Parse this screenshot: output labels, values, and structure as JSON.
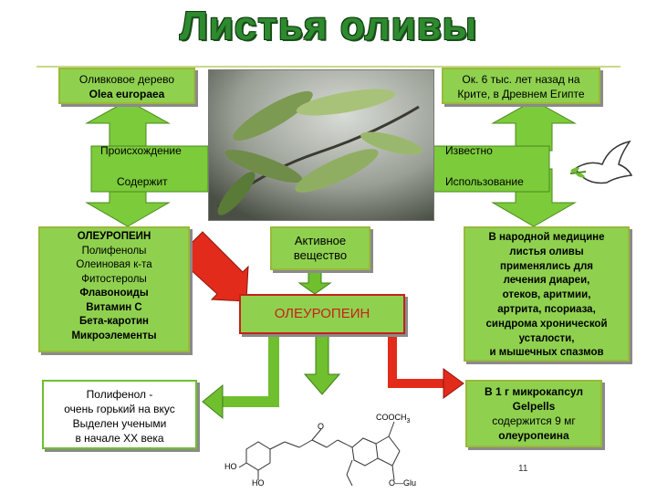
{
  "title": "Листья оливы",
  "origin": {
    "line1": "Оливковое дерево",
    "line2": "Olea europaea",
    "label": "Происхождение"
  },
  "known": {
    "line1": "Ок. 6 тыс. лет назад на",
    "line2": "Крите, в Древнем Египте",
    "label": "Известно"
  },
  "contains": {
    "label": "Содержит",
    "items": [
      "ОЛЕУРОПЕИН",
      "Полифенолы",
      "Олеиновая к-та",
      "Фитостеролы",
      "Флавоноиды",
      "Витамин С",
      "Бета-каротин",
      "Микроэлементы"
    ]
  },
  "usage": {
    "label": "Использование",
    "lines": [
      "В народной медицине",
      "листья оливы",
      "применялись для",
      "лечения диареи,",
      "отеков, аритмии,",
      "артрита, псориаза,",
      "синдрома хронической",
      "усталости,",
      "и мышечных спазмов"
    ]
  },
  "active": {
    "line1": "Активное",
    "line2": "вещество"
  },
  "center": {
    "name": "ОЛЕУРОПЕИН"
  },
  "polyphenol": {
    "lines": [
      "Полифенол -",
      "очень горький на вкус",
      "Выделен учеными",
      "в начале XX века"
    ]
  },
  "capsule": {
    "lines": [
      "В 1 г микрокапсул",
      "Gelpells",
      "содержится 9 мг",
      "олеуропеина"
    ]
  },
  "structure": {
    "cooch3": "COOCH",
    "cooch3_sub": "3",
    "ho1": "HO",
    "ho2": "HO",
    "o": "O",
    "oglu": "O—Glu"
  },
  "page_number": "11",
  "colors": {
    "green_box": "#8fd14f",
    "arrow_red": "#e32b1b",
    "arrow_green": "#6fbf2f",
    "title": "#2e8a2e"
  }
}
